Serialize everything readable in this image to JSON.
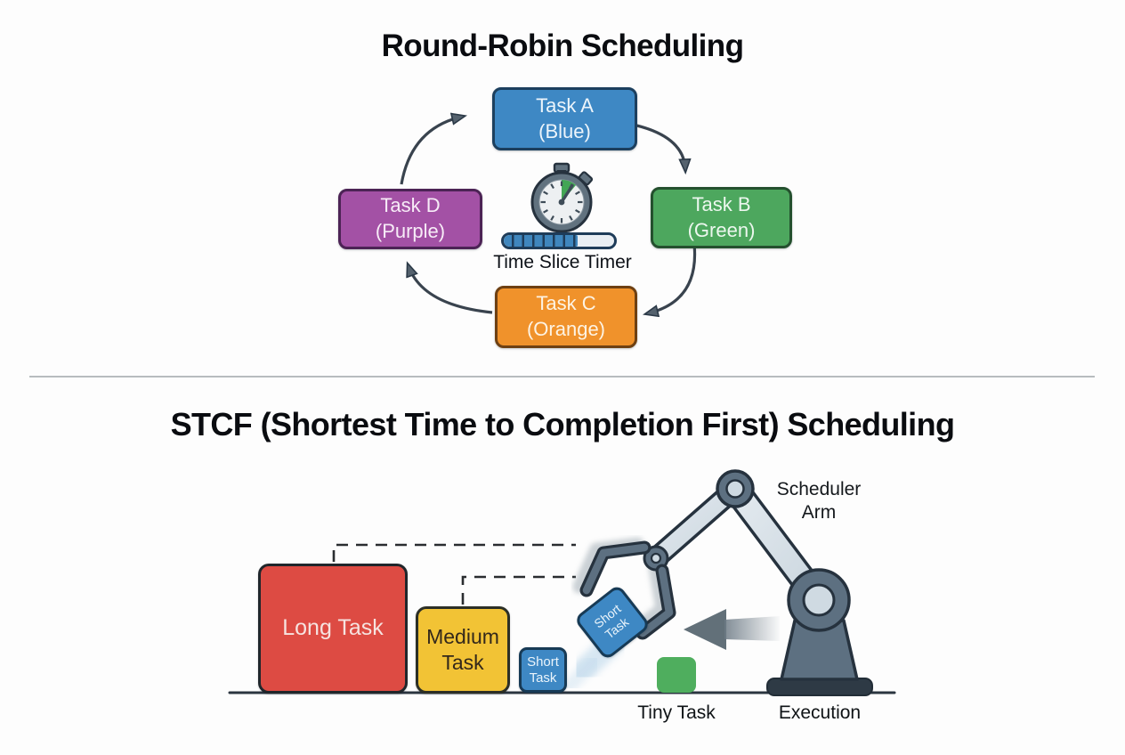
{
  "palette": {
    "blue": "#3e88c4",
    "green": "#52a862",
    "orange": "#f0922b",
    "purple": "#a351a5",
    "red": "#dd4b43",
    "yellow": "#f2c335",
    "tiny_green": "#4fae5e",
    "arm_slate": "#5d7081",
    "dark_outline": "#26323e",
    "arrow_stroke": "#39434e"
  },
  "round_robin": {
    "title": "Round-Robin Scheduling",
    "tasks": [
      {
        "name": "Task A",
        "tint": "(Blue)",
        "fill": "#3e88c4",
        "border": "#1c3f5e",
        "text": "#edf5fb"
      },
      {
        "name": "Task B",
        "tint": "(Green)",
        "fill": "#4da75e",
        "border": "#24502e",
        "text": "#ecf7ee"
      },
      {
        "name": "Task C",
        "tint": "(Orange)",
        "fill": "#f0922b",
        "border": "#6e4012",
        "text": "#fdf3e3"
      },
      {
        "name": "Task D",
        "tint": "(Purple)",
        "fill": "#a351a5",
        "border": "#4c2355",
        "text": "#f7ecf7"
      }
    ],
    "timer": {
      "label": "Time Slice Timer",
      "progress_percent": 67
    }
  },
  "stcf": {
    "title": "STCF (Shortest Time to Completion First) Scheduling",
    "queue": [
      {
        "label": "Long Task",
        "fill": "#dd4b43",
        "border": "#20262b",
        "text": "#f6e3e0"
      },
      {
        "label": "Medium Task",
        "fill": "#f2c335",
        "border": "#2c2f26",
        "text": "#33281b"
      },
      {
        "label": "Short Task",
        "fill": "#3e88c4",
        "border": "#173a55",
        "text": "#eaf4fb"
      }
    ],
    "held_task": {
      "label": "Short Task",
      "fill": "#3e88c4",
      "border": "#173a55",
      "text": "#eaf4fb"
    },
    "tiny_task": {
      "label": "Tiny Task",
      "fill": "#4fae5e"
    },
    "labels": {
      "scheduler_arm": "Scheduler Arm",
      "execution": "Execution"
    }
  }
}
